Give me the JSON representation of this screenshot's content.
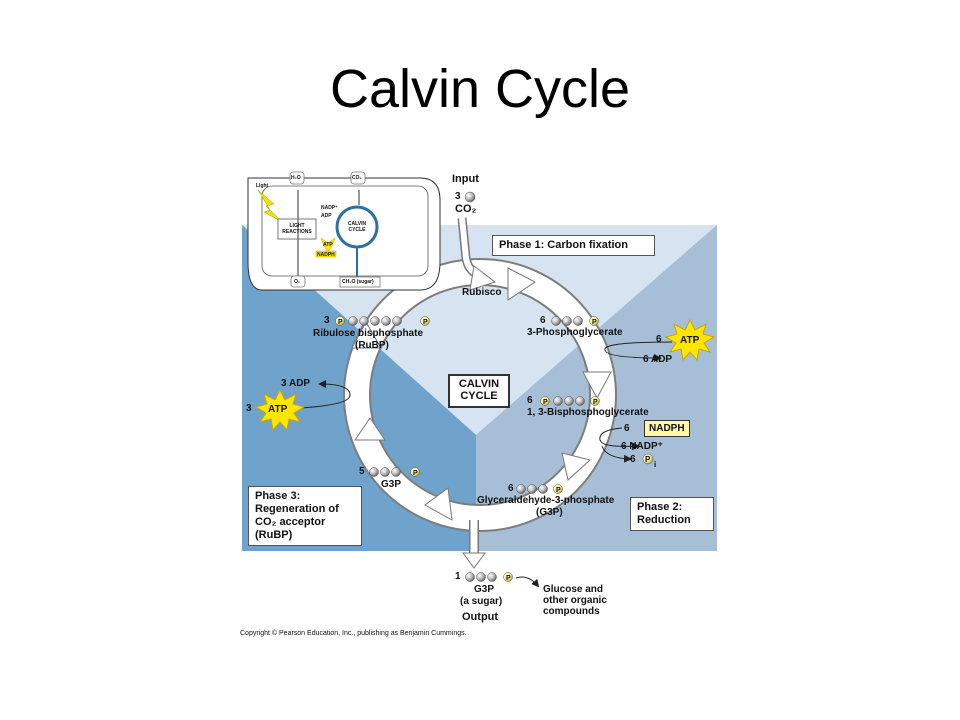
{
  "title": "Calvin Cycle",
  "inset": {
    "light": "Light",
    "h2o": "H₂O",
    "co2": "CO₂",
    "nadp": "NADP⁺",
    "adp": "ADP",
    "light_reactions": "LIGHT REACTIONS",
    "calvin_cycle": "CALVIN CYCLE",
    "atp": "ATP",
    "nadph": "NADPH",
    "o2": "O₂",
    "sugar": "CH₂O (sugar)"
  },
  "input": {
    "title": "Input",
    "count": "3",
    "molecule": "CO₂"
  },
  "phase1": "Phase 1: Carbon fixation",
  "phase2": "Phase 2:\nReduction",
  "phase3": "Phase 3:\nRegeneration of\nCO₂ acceptor\n(RuBP)",
  "rubisco": "Rubisco",
  "center": "CALVIN\nCYCLE",
  "pga": {
    "count": "6",
    "name": "3-Phosphoglycerate"
  },
  "atp_reduction": {
    "count": "6",
    "label": "ATP",
    "adp": "6 ADP"
  },
  "bpg": {
    "count": "6",
    "name": "1, 3-Bisphosphoglycerate"
  },
  "nadph_reduction": {
    "count": "6",
    "label": "NADPH",
    "nadp": "6 NADP⁺",
    "pi_count": "6",
    "pi": "P",
    "pi_sub": "i"
  },
  "g3p6": {
    "count": "6",
    "name": "Glyceraldehyde-3-phosphate",
    "abbr": "(G3P)"
  },
  "g3p5": {
    "count": "5",
    "name": "G3P"
  },
  "rubp": {
    "count": "3",
    "name": "Ribulose bisphosphate",
    "abbr": "(RuBP)"
  },
  "atp_regen": {
    "count": "3",
    "label": "ATP",
    "adp": "3 ADP"
  },
  "output": {
    "count": "1",
    "name": "G3P",
    "sub": "(a sugar)",
    "title": "Output",
    "dest": "Glucose and\nother organic\ncompounds"
  },
  "phosphate": "P",
  "copyright": "Copyright © Pearson Education, Inc., publishing as Benjamin Cummings.",
  "colors": {
    "phase3_bg": "#6fa3cc",
    "phase2_bg": "#a6bfd6",
    "phase1_bg": "#d5e4f0",
    "star": "#ffe600",
    "nadph_box": "#fff8a8"
  }
}
